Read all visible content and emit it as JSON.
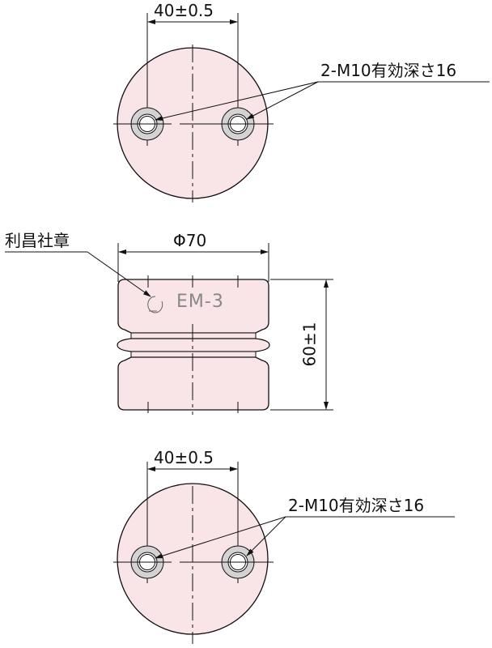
{
  "drawing": {
    "colors": {
      "fill": "#f9e4e8",
      "line": "#111111",
      "ring": "#d3d3d3",
      "engraving": "#888888"
    },
    "top_view": {
      "dim_hole_pitch": "40±0.5",
      "callout": "2-M10有効深さ16"
    },
    "side_view": {
      "logo_label": "利昌社章",
      "dim_diameter": "Φ70",
      "dim_height": "60±1",
      "engraving": "EM-3"
    },
    "bottom_view": {
      "dim_hole_pitch": "40±0.5",
      "callout": "2-M10有効深さ16"
    }
  }
}
